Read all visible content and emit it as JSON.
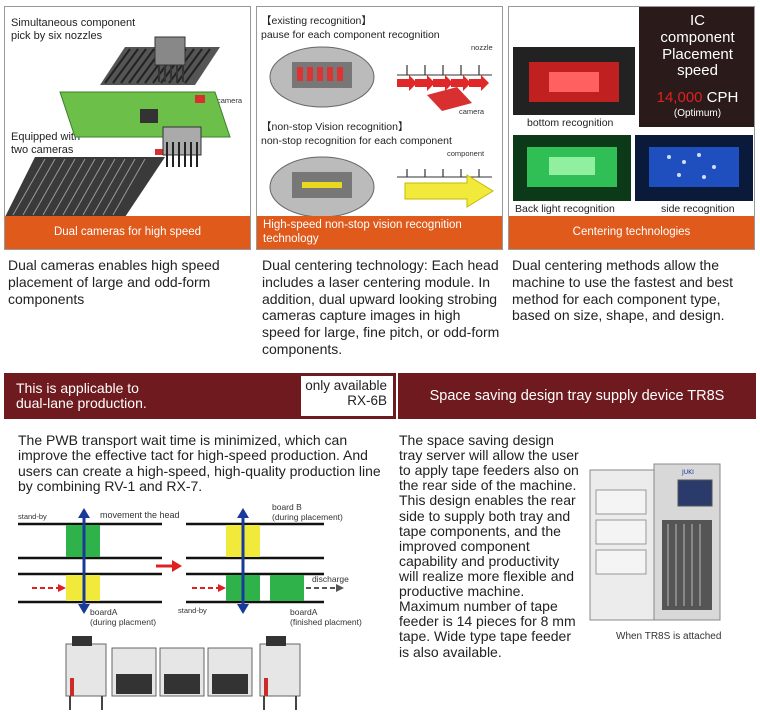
{
  "panels": [
    {
      "labels": {
        "simultaneous": "Simultaneous component\npick by six nozzles",
        "camera": "camera",
        "equipped": "Equipped with\ntwo cameras"
      },
      "bar": "Dual cameras for high speed"
    },
    {
      "labels": {
        "existing_title": "【existing recognition】",
        "existing_sub": "pause for each component recognition",
        "nozzle": "nozzle",
        "camera": "camera",
        "nonstop_title": "【non-stop Vision recognition】",
        "nonstop_sub": "non-stop recognition for each component",
        "component": "component"
      },
      "bar": "High-speed non-stop vision recognition\ntechnology"
    },
    {
      "labels": {
        "ic_title": "IC\ncomponent\nPlacement\nspeed",
        "cph_value": "14,000",
        "cph_unit": " CPH",
        "optimum": "(Optimum)",
        "bottom": "bottom recognition",
        "backlight": "Back light recognition",
        "side": "side recognition"
      },
      "bar": "Centering technologies"
    }
  ],
  "descriptions": [
    "Dual cameras enables high speed placement of large and odd-form components",
    "Dual centering technology: Each head includes a laser centering module.  In addition, dual upward looking strobing cameras capture images in high speed for large, fine pitch, or odd-form components.",
    "Dual centering methods allow the machine to use the fastest and best method for each component type, based on size, shape, and design."
  ],
  "banner_left": {
    "text": "This is applicable to\ndual-lane production.",
    "badge": "only available\nRX-6B"
  },
  "banner_right": {
    "text": "Space saving design tray supply device TR8S"
  },
  "pwb_text": "The PWB transport wait time is minimized, which can improve the effective tact for high-speed production. And users can create a high-speed, high-quality production line by combining RV-1 and RX-7.",
  "diagram": {
    "standby": "stand-by",
    "movement": "movement the head",
    "boardB": "board B\n(during placement)",
    "discharge": "discharge",
    "boardA_during": "boardA\n(during placment)",
    "standby2": "stand-by",
    "boardA_finished": "boardA\n(finished placment)"
  },
  "tray_text": "The space saving design tray server will allow the user to apply tape feeders also on the rear side of the machine.  This design enables the rear side to supply both tray and tape components, and the improved component capability and productivity will realize more flexible and productive machine. Maximum number of tape feeder is 14 pieces for 8 mm tape.  Wide type tape feeder is also available.",
  "tr8s_caption": "When TR8S is attached",
  "colors": {
    "orange_bar": "#e05a1c",
    "banner": "#6e1a1e",
    "red_accent": "#e02020",
    "green": "#2fb24a",
    "yellow": "#f2ea3a",
    "blue": "#1a3a9a"
  }
}
